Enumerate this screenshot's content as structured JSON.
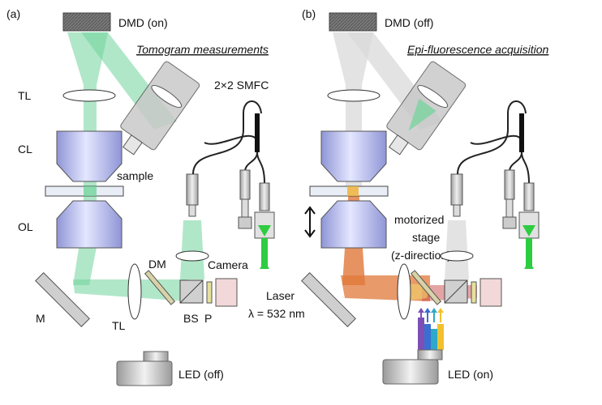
{
  "panel_a": {
    "tag": "(a)",
    "title": "Tomogram measurements",
    "dmd_label": "DMD (on)",
    "tl_top": "TL",
    "cl": "CL",
    "sample": "sample",
    "ol": "OL",
    "dm": "DM",
    "m": "M",
    "tl_bottom": "TL",
    "bs": "BS",
    "p": "P",
    "camera": "Camera",
    "smfc": "2×2 SMFC",
    "laser": "Laser",
    "wavelength": "λ = 532 nm",
    "led": "LED (off)"
  },
  "panel_b": {
    "tag": "(b)",
    "title": "Epi-fluorescence acquisition",
    "dmd_label": "DMD (off)",
    "stage_line1": "motorized",
    "stage_line2": "stage",
    "stage_line3": "(z-direction)",
    "led": "LED (on)"
  },
  "colors": {
    "beam_green": "#6fd49a",
    "beam_gray": "#d9d9d9",
    "objective": "#b9bff2",
    "fluor_orange": "#e0783a",
    "fluor_red": "#c94a4a",
    "laser_green": "#2ecc40"
  }
}
